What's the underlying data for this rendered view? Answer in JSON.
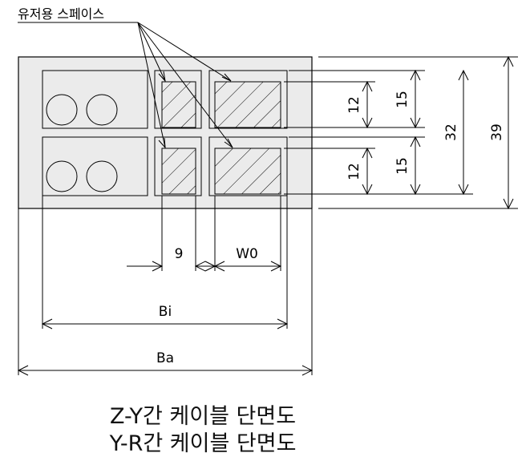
{
  "label_user_space": "유저용 스페이스",
  "dimensions": {
    "inner_height_top": "12",
    "inner_height_bottom": "12",
    "cell_height_top": "15",
    "cell_height_bottom": "15",
    "inner_total": "32",
    "outer_total": "39",
    "small_width": "9",
    "w0": "W0",
    "bi": "Bi",
    "ba": "Ba"
  },
  "captions": {
    "line1": "Z-Y간 케이블 단면도",
    "line2": "Y-R간 케이블 단면도"
  },
  "colors": {
    "fill_gray": "#ebebeb",
    "stroke": "#000000"
  }
}
